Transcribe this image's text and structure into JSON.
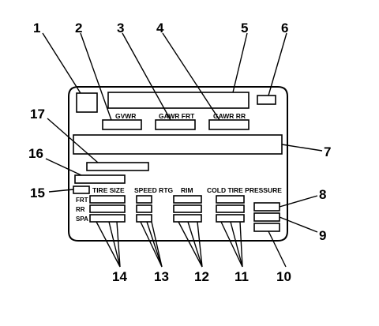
{
  "labels": {
    "gvwr": "GVWR",
    "gawr_frt": "GAWR FRT",
    "gawr_rr": "GAWR RR",
    "tire_size": "TIRE SIZE",
    "speed_rtg": "SPEED RTG",
    "rim": "RIM",
    "cold_tire_pressure": "COLD TIRE PRESSURE",
    "row_frt": "FRT",
    "row_rr": "RR",
    "row_spa": "SPA"
  },
  "callouts": [
    "1",
    "2",
    "3",
    "4",
    "5",
    "6",
    "7",
    "8",
    "9",
    "10",
    "11",
    "12",
    "13",
    "14",
    "15",
    "16",
    "17"
  ]
}
